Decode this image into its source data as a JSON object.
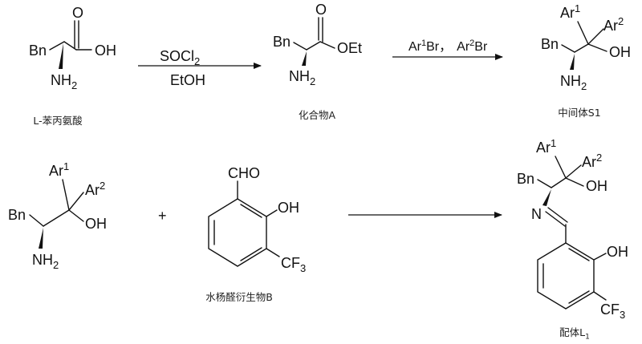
{
  "reaction_scheme": {
    "step1": {
      "starting_material": {
        "label": "L-苯丙氨酸",
        "groups": {
          "bn": "Bn",
          "oxo": "O",
          "oh": "OH",
          "nh2_main": "NH",
          "nh2_sub": "2"
        }
      },
      "reagent_above": {
        "main": "SOCl",
        "sub": "2"
      },
      "reagent_below": "EtOH",
      "product": {
        "label": "化合物A",
        "groups": {
          "bn": "Bn",
          "oxo": "O",
          "oet": "OEt",
          "nh2_main": "NH",
          "nh2_sub": "2"
        }
      }
    },
    "step2": {
      "reagent_above": {
        "ar1_main": "Ar",
        "ar1_sup": "1",
        "ar1_tail": "Br，",
        "ar2_main": "Ar",
        "ar2_sup": "2",
        "ar2_tail": "Br"
      },
      "product": {
        "label": "中间体S1",
        "groups": {
          "ar1_main": "Ar",
          "ar1_sup": "1",
          "ar2_main": "Ar",
          "ar2_sup": "2",
          "bn": "Bn",
          "oh": "OH",
          "nh2_main": "NH",
          "nh2_sub": "2"
        }
      }
    },
    "step3": {
      "reactant_amine": {
        "groups": {
          "ar1_main": "Ar",
          "ar1_sup": "1",
          "ar2_main": "Ar",
          "ar2_sup": "2",
          "bn": "Bn",
          "oh": "OH",
          "nh2_main": "NH",
          "nh2_sub": "2"
        }
      },
      "plus": "+",
      "reactant_aldehyde": {
        "label": "水杨醛衍生物B",
        "groups": {
          "cho": "CHO",
          "oh": "OH",
          "cf3_main": "CF",
          "cf3_sub": "3"
        }
      },
      "product": {
        "label_main": "配体L",
        "label_sub": "1",
        "groups": {
          "ar1_main": "Ar",
          "ar1_sup": "1",
          "ar2_main": "Ar",
          "ar2_sup": "2",
          "bn": "Bn",
          "oh_side": "OH",
          "n": "N",
          "oh_ring": "OH",
          "cf3_main": "CF",
          "cf3_sub": "3"
        }
      }
    }
  }
}
